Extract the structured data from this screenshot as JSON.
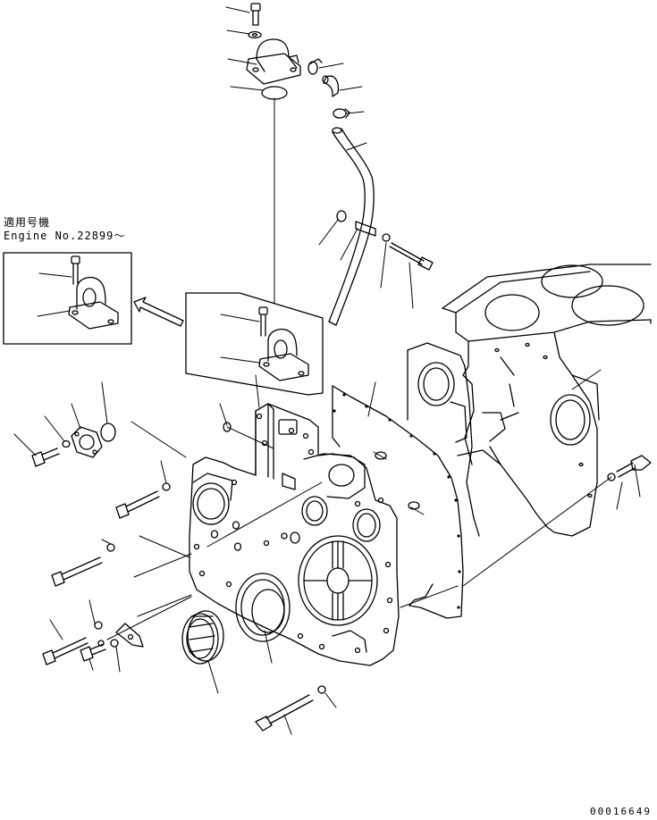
{
  "diagram": {
    "applicability_label": "適用号機",
    "engine_serial_label": "Engine No.22899～",
    "illustration_number": "00016649"
  }
}
